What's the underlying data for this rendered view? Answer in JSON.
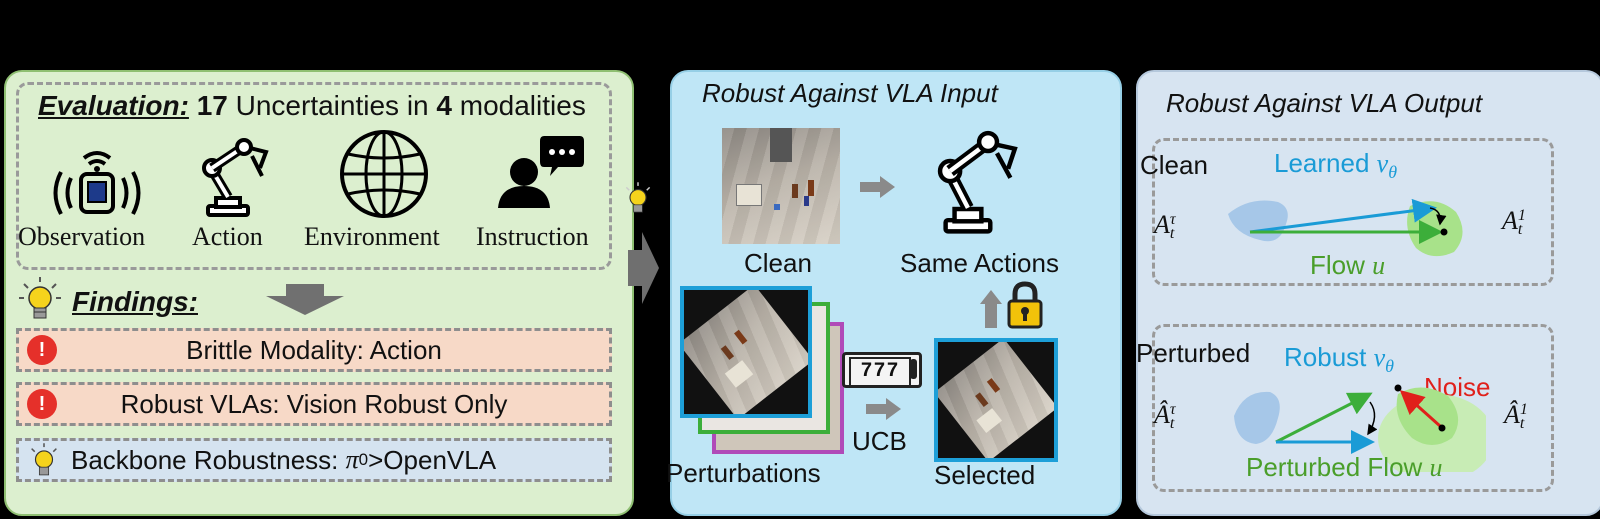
{
  "left": {
    "evaluation_label": "Evaluation:",
    "count_uncertainties": "17",
    "uncertainties_text": "Uncertainties in",
    "count_modalities": "4",
    "modalities_text": "modalities",
    "modalities": [
      "Observation",
      "Action",
      "Environment",
      "Instruction"
    ],
    "findings_label": "Findings:",
    "finding_1": "Brittle Modality: Action",
    "finding_2": "Robust VLAs: Vision Robust Only",
    "finding_3_prefix": "Backbone Robustness: ",
    "finding_3_math": "π",
    "finding_3_sub": "0",
    "finding_3_suffix": ">OpenVLA"
  },
  "middle": {
    "title": "Robust Against VLA Input",
    "clean_label": "Clean",
    "same_actions_label": "Same Actions",
    "perturbations_label": "Perturbations",
    "ucb_label": "UCB",
    "selected_label": "Selected",
    "slot_text": "777"
  },
  "right": {
    "title": "Robust Against VLA Output",
    "clean_label": "Clean",
    "learned_label": "Learned",
    "flow_label": "Flow",
    "perturbed_label": "Perturbed",
    "robust_label": "Robust",
    "noise_label": "Noise",
    "perturbed_flow_label": "Perturbed Flow",
    "v_theta": "v",
    "theta": "θ",
    "u": "u",
    "A": "A",
    "A_hat": "Â",
    "sub_t": "t",
    "sup_tau": "τ",
    "sup_1": "1"
  },
  "colors": {
    "blue_text": "#1a9bd6",
    "green_text": "#4a9e2a",
    "red_text": "#e0201b",
    "arrow_grey": "#8a8a8a",
    "finding_bg": "#f7d9c7",
    "finding_blue_bg": "#d5e3f0"
  },
  "icons": [
    "wifi-camera-icon",
    "robot-arm-icon",
    "globe-icon",
    "person-speech-icon",
    "lightbulb-icon",
    "exclamation-icon",
    "lock-icon",
    "slot-machine-icon"
  ]
}
